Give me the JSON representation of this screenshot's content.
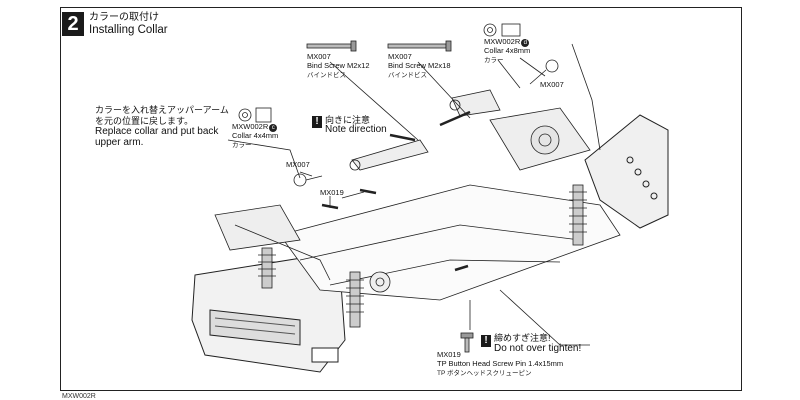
{
  "step": {
    "number": "2",
    "title_jp": "カラーの取付け",
    "title_en": "Installing Collar"
  },
  "parts": [
    {
      "id": "screw-m2x12",
      "code": "MX007",
      "name_en": "Bind Screw M2x12",
      "name_jp": "バインドビス"
    },
    {
      "id": "screw-m2x18",
      "code": "MX007",
      "name_en": "Bind Screw M2x18",
      "name_jp": "バインドビス"
    },
    {
      "id": "collar-4x8",
      "code": "MXW002R",
      "circled": "d",
      "name_en": "Collar 4x8mm",
      "name_jp": "カラー"
    },
    {
      "id": "collar-4x4",
      "code": "MXW002R",
      "circled": "c",
      "name_en": "Collar 4x4mm",
      "name_jp": "カラー"
    },
    {
      "id": "pin-1.4x15",
      "code": "MX019",
      "name_en": "TP Button Head Screw Pin 1.4x15mm",
      "name_jp": "TP ボタンヘッドスクリューピン"
    }
  ],
  "callouts": {
    "mx007_right": "MX007",
    "mx007_left": "MX007",
    "mx019_mid": "MX019"
  },
  "notes": {
    "replace_jp_1": "カラーを入れ替えアッパーアーム",
    "replace_jp_2": "を元の位置に戻します。",
    "replace_en_1": "Replace collar and put back",
    "replace_en_2": "upper arm.",
    "direction_jp": "向きに注意",
    "direction_en": "Note direction",
    "tighten_jp": "締めすぎ注意!",
    "tighten_en": "Do not over tighten!",
    "warn_symbol": "!"
  },
  "footer": "MXW002R"
}
